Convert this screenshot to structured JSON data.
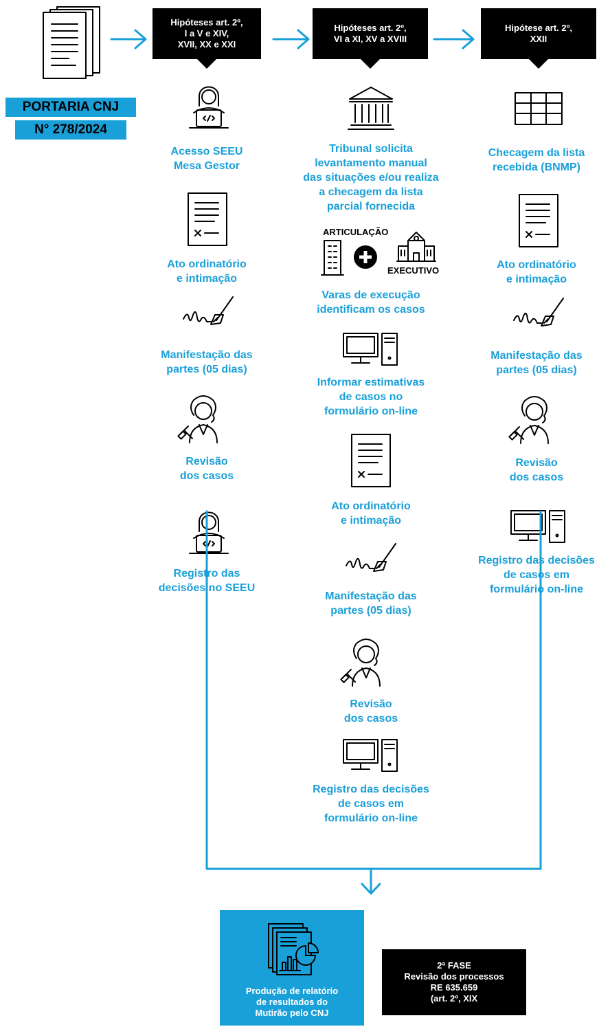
{
  "portaria": {
    "line1": "PORTARIA CNJ",
    "line2": "N° 278/2024"
  },
  "headers": [
    "Hipóteses art. 2º,\nI a V e XIV,\nXVII, XX e XXI",
    "Hipóteses art. 2º,\nVI a XI, XV a XVIII",
    "Hipótese art. 2º,\nXXII"
  ],
  "col1": [
    "Acesso SEEU\nMesa Gestor",
    "Ato ordinatório\ne intimação",
    "Manifestação das\npartes (05 dias)",
    "Revisão\ndos casos",
    "Registro das\ndecisões no SEEU"
  ],
  "col2": [
    "Tribunal solicita\nlevantamento manual\ndas situações e/ou realiza\na checagem da lista\nparcial fornecida",
    "Varas de execução\nidentificam os casos",
    "Informar estimativas\nde casos no\nformulário on-line",
    "Ato ordinatório\ne intimação",
    "Manifestação das\npartes (05 dias)",
    "Revisão\ndos casos",
    "Registro das decisões\nde casos em\nformulário on-line"
  ],
  "col2_articulacao": {
    "top": "ARTICULAÇÃO",
    "bottom": "EXECUTIVO"
  },
  "col3": [
    "Checagem da lista\nrecebida (BNMP)",
    "Ato ordinatório\ne intimação",
    "Manifestação das\npartes (05 dias)",
    "Revisão\ndos casos",
    "Registro das decisões\nde casos em\nformulário on-line"
  ],
  "result_box": "Produção de relatório\nde resultados do\nMutirão pelo CNJ",
  "fase_box": "2ª FASE\nRevisão dos processos\nRE 635.659\n(art. 2º, XIX",
  "colors": {
    "accent": "#1aa0d8",
    "dark": "#000000",
    "white": "#ffffff"
  },
  "icons": [
    "document-stack-icon",
    "developer-person-icon",
    "document-x-icon",
    "signature-pen-icon",
    "judge-icon",
    "courthouse-icon",
    "computer-icon",
    "grid-table-icon",
    "office-building-icon",
    "plus-circle-icon",
    "school-building-icon",
    "report-chart-icon"
  ]
}
